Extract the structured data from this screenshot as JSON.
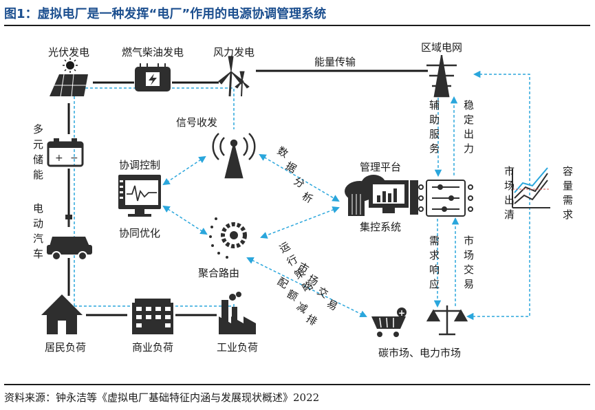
{
  "title": "图1：虚拟电厂是一种发挥“电厂”作用的电源协调管理系统",
  "source": "资料来源：钟永洁等《虚拟电厂基础特征内涵与发展现状概述》2022",
  "nodes": {
    "solar": "光伏发电",
    "fuel": "燃气柴油发电",
    "wind": "风力发电",
    "grid": "区域电网",
    "signal": "信号收发",
    "coord_control": "协调控制",
    "coord_opt": "协同优化",
    "aggregation": "聚合路由",
    "platform": "管理平台",
    "central": "集控系统",
    "residential": "居民负荷",
    "commercial": "商业负荷",
    "industrial": "工业负荷",
    "markets": "碳市场、电力市场"
  },
  "links": {
    "energy_transfer": "能量传输",
    "storage": "多元储能",
    "ev": "电动汽车",
    "aux_service": "辅助服务",
    "stable_output": "稳定出力",
    "data_analysis": "数据分析",
    "operation_strategy": "运行策略",
    "market_trade_1": "市场交易",
    "quota_reduction": "配额减排",
    "demand_response": "需求响应",
    "market_trade_2": "市场交易",
    "market_clear": "市场出清",
    "capacity_demand": "容量需求"
  },
  "colors": {
    "title": "#1c4f8f",
    "dashed": "#2aa6dc",
    "solid": "#1a1a1a"
  }
}
